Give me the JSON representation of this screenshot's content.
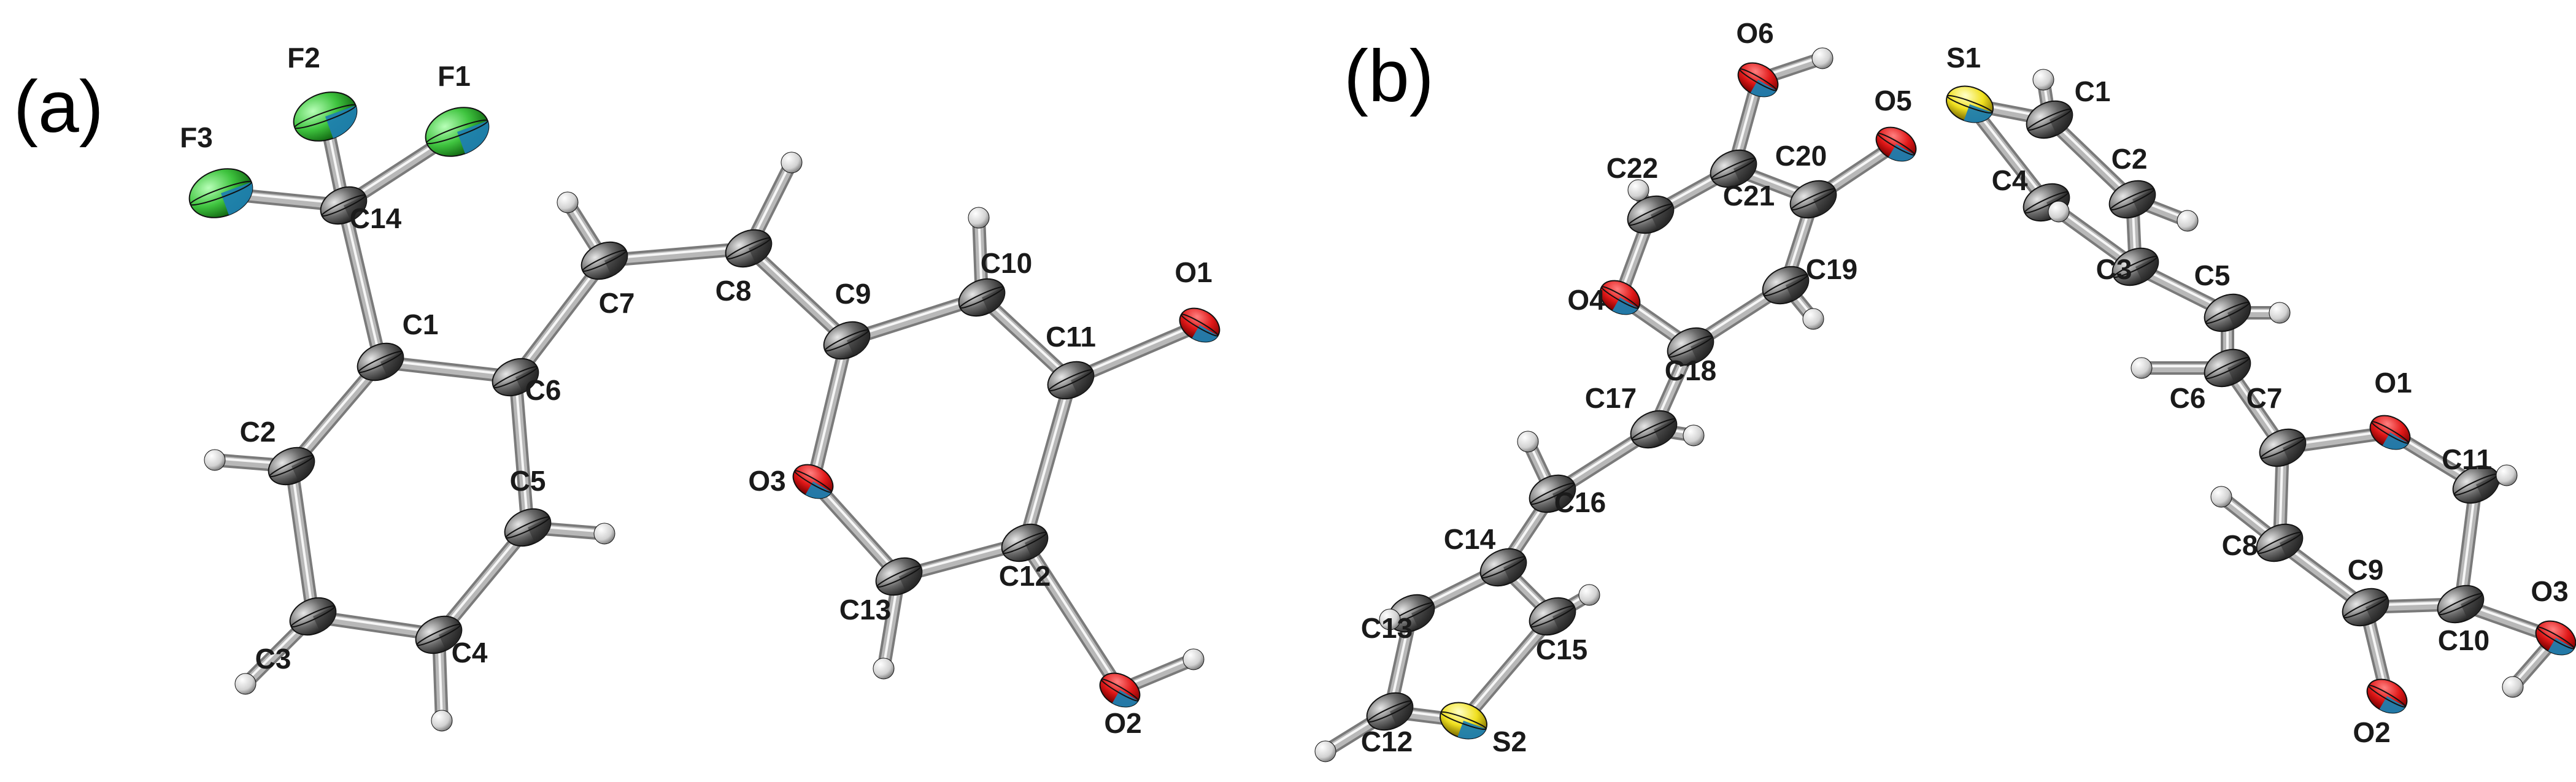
{
  "panels": [
    {
      "id": "a",
      "label": "(a)",
      "atoms": [
        {
          "id": "F1",
          "label": "F1",
          "element": "F"
        },
        {
          "id": "F2",
          "label": "F2",
          "element": "F"
        },
        {
          "id": "F3",
          "label": "F3",
          "element": "F"
        },
        {
          "id": "C14",
          "label": "C14",
          "element": "C"
        },
        {
          "id": "C1",
          "label": "C1",
          "element": "C"
        },
        {
          "id": "C2",
          "label": "C2",
          "element": "C"
        },
        {
          "id": "C3",
          "label": "C3",
          "element": "C"
        },
        {
          "id": "C4",
          "label": "C4",
          "element": "C"
        },
        {
          "id": "C5",
          "label": "C5",
          "element": "C"
        },
        {
          "id": "C6",
          "label": "C6",
          "element": "C"
        },
        {
          "id": "C7",
          "label": "C7",
          "element": "C"
        },
        {
          "id": "C8",
          "label": "C8",
          "element": "C"
        },
        {
          "id": "C9",
          "label": "C9",
          "element": "C"
        },
        {
          "id": "C10",
          "label": "C10",
          "element": "C"
        },
        {
          "id": "C11",
          "label": "C11",
          "element": "C"
        },
        {
          "id": "C12",
          "label": "C12",
          "element": "C"
        },
        {
          "id": "C13",
          "label": "C13",
          "element": "C"
        },
        {
          "id": "O1",
          "label": "O1",
          "element": "O"
        },
        {
          "id": "O2",
          "label": "O2",
          "element": "O"
        },
        {
          "id": "O3",
          "label": "O3",
          "element": "O"
        },
        {
          "id": "H2",
          "label": "",
          "element": "H"
        },
        {
          "id": "H3",
          "label": "",
          "element": "H"
        },
        {
          "id": "H4",
          "label": "",
          "element": "H"
        },
        {
          "id": "H5",
          "label": "",
          "element": "H"
        },
        {
          "id": "H7",
          "label": "",
          "element": "H"
        },
        {
          "id": "H8",
          "label": "",
          "element": "H"
        },
        {
          "id": "H10",
          "label": "",
          "element": "H"
        },
        {
          "id": "H13",
          "label": "",
          "element": "H"
        },
        {
          "id": "HO2",
          "label": "",
          "element": "H"
        }
      ],
      "bonds": [
        [
          "F1",
          "C14"
        ],
        [
          "F2",
          "C14"
        ],
        [
          "F3",
          "C14"
        ],
        [
          "C14",
          "C1"
        ],
        [
          "C1",
          "C2"
        ],
        [
          "C2",
          "C3"
        ],
        [
          "C3",
          "C4"
        ],
        [
          "C4",
          "C5"
        ],
        [
          "C5",
          "C6"
        ],
        [
          "C6",
          "C1"
        ],
        [
          "C6",
          "C7"
        ],
        [
          "C7",
          "C8"
        ],
        [
          "C8",
          "C9"
        ],
        [
          "C9",
          "C10"
        ],
        [
          "C10",
          "C11"
        ],
        [
          "C11",
          "O1"
        ],
        [
          "C11",
          "C12"
        ],
        [
          "C12",
          "O2"
        ],
        [
          "C12",
          "C13"
        ],
        [
          "C13",
          "O3"
        ],
        [
          "O3",
          "C9"
        ],
        [
          "C2",
          "H2"
        ],
        [
          "C3",
          "H3"
        ],
        [
          "C4",
          "H4"
        ],
        [
          "C5",
          "H5"
        ],
        [
          "C7",
          "H7"
        ],
        [
          "C8",
          "H8"
        ],
        [
          "C10",
          "H10"
        ],
        [
          "C13",
          "H13"
        ],
        [
          "O2",
          "HO2"
        ]
      ]
    },
    {
      "id": "b",
      "label": "(b)",
      "atoms": [
        {
          "id": "O6",
          "label": "O6",
          "element": "O"
        },
        {
          "id": "O5",
          "label": "O5",
          "element": "O"
        },
        {
          "id": "C22",
          "label": "C22",
          "element": "C"
        },
        {
          "id": "C21",
          "label": "C21",
          "element": "C"
        },
        {
          "id": "C20",
          "label": "C20",
          "element": "C"
        },
        {
          "id": "C19",
          "label": "C19",
          "element": "C"
        },
        {
          "id": "C18",
          "label": "C18",
          "element": "C"
        },
        {
          "id": "O4",
          "label": "O4",
          "element": "O"
        },
        {
          "id": "C17",
          "label": "C17",
          "element": "C"
        },
        {
          "id": "C16",
          "label": "C16",
          "element": "C"
        },
        {
          "id": "C14",
          "label": "C14",
          "element": "C"
        },
        {
          "id": "C13",
          "label": "C13",
          "element": "C"
        },
        {
          "id": "C15",
          "label": "C15",
          "element": "C"
        },
        {
          "id": "C12",
          "label": "C12",
          "element": "C"
        },
        {
          "id": "S2",
          "label": "S2",
          "element": "S"
        },
        {
          "id": "S1",
          "label": "S1",
          "element": "S"
        },
        {
          "id": "C1",
          "label": "C1",
          "element": "C"
        },
        {
          "id": "C2",
          "label": "C2",
          "element": "C"
        },
        {
          "id": "C4",
          "label": "C4",
          "element": "C"
        },
        {
          "id": "C3",
          "label": "C3",
          "element": "C"
        },
        {
          "id": "C5",
          "label": "C5",
          "element": "C"
        },
        {
          "id": "C6",
          "label": "C6",
          "element": "C"
        },
        {
          "id": "C7",
          "label": "C7",
          "element": "C"
        },
        {
          "id": "O1",
          "label": "O1",
          "element": "O"
        },
        {
          "id": "C11",
          "label": "C11",
          "element": "C"
        },
        {
          "id": "C8",
          "label": "C8",
          "element": "C"
        },
        {
          "id": "C9",
          "label": "C9",
          "element": "C"
        },
        {
          "id": "C10",
          "label": "C10",
          "element": "C"
        },
        {
          "id": "O3",
          "label": "O3",
          "element": "O"
        },
        {
          "id": "O2",
          "label": "O2",
          "element": "O"
        },
        {
          "id": "HO6",
          "label": "",
          "element": "H"
        },
        {
          "id": "H22",
          "label": "",
          "element": "H"
        },
        {
          "id": "H19",
          "label": "",
          "element": "H"
        },
        {
          "id": "H17",
          "label": "",
          "element": "H"
        },
        {
          "id": "H16",
          "label": "",
          "element": "H"
        },
        {
          "id": "H13",
          "label": "",
          "element": "H"
        },
        {
          "id": "H15",
          "label": "",
          "element": "H"
        },
        {
          "id": "H12",
          "label": "",
          "element": "H"
        },
        {
          "id": "H1",
          "label": "",
          "element": "H"
        },
        {
          "id": "H2",
          "label": "",
          "element": "H"
        },
        {
          "id": "H4",
          "label": "",
          "element": "H"
        },
        {
          "id": "H5",
          "label": "",
          "element": "H"
        },
        {
          "id": "H6",
          "label": "",
          "element": "H"
        },
        {
          "id": "H11",
          "label": "",
          "element": "H"
        },
        {
          "id": "H8",
          "label": "",
          "element": "H"
        },
        {
          "id": "HO3",
          "label": "",
          "element": "H"
        }
      ],
      "bonds": [
        [
          "O6",
          "C21"
        ],
        [
          "C21",
          "C20"
        ],
        [
          "C20",
          "O5"
        ],
        [
          "C21",
          "C22"
        ],
        [
          "C22",
          "O4"
        ],
        [
          "O4",
          "C18"
        ],
        [
          "C18",
          "C19"
        ],
        [
          "C19",
          "C20"
        ],
        [
          "C18",
          "C17"
        ],
        [
          "C17",
          "C16"
        ],
        [
          "C16",
          "C14"
        ],
        [
          "C14",
          "C13"
        ],
        [
          "C14",
          "C15"
        ],
        [
          "C15",
          "S2"
        ],
        [
          "S2",
          "C12"
        ],
        [
          "C12",
          "C13"
        ],
        [
          "S1",
          "C1"
        ],
        [
          "C1",
          "C2"
        ],
        [
          "C2",
          "C3"
        ],
        [
          "C3",
          "C4"
        ],
        [
          "C4",
          "S1"
        ],
        [
          "C3",
          "C5"
        ],
        [
          "C5",
          "C6"
        ],
        [
          "C6",
          "C7"
        ],
        [
          "C7",
          "O1"
        ],
        [
          "O1",
          "C11"
        ],
        [
          "C11",
          "C10"
        ],
        [
          "C10",
          "C9"
        ],
        [
          "C9",
          "C8"
        ],
        [
          "C8",
          "C7"
        ],
        [
          "C10",
          "O3"
        ],
        [
          "C9",
          "O2"
        ],
        [
          "O6",
          "HO6"
        ],
        [
          "C22",
          "H22"
        ],
        [
          "C19",
          "H19"
        ],
        [
          "C17",
          "H17"
        ],
        [
          "C16",
          "H16"
        ],
        [
          "C13",
          "H13"
        ],
        [
          "C15",
          "H15"
        ],
        [
          "C12",
          "H12"
        ],
        [
          "C1",
          "H1"
        ],
        [
          "C2",
          "H2"
        ],
        [
          "C4",
          "H4"
        ],
        [
          "C5",
          "H5"
        ],
        [
          "C6",
          "H6"
        ],
        [
          "C11",
          "H11"
        ],
        [
          "C8",
          "H8"
        ],
        [
          "O3",
          "HO3"
        ]
      ]
    }
  ],
  "element_colors": {
    "C": "#5a5a5a",
    "H": "#cfcfcf",
    "O": "#e01818",
    "F": "#3fc43f",
    "S": "#f0e020",
    "bond": "#b8b8b8"
  }
}
